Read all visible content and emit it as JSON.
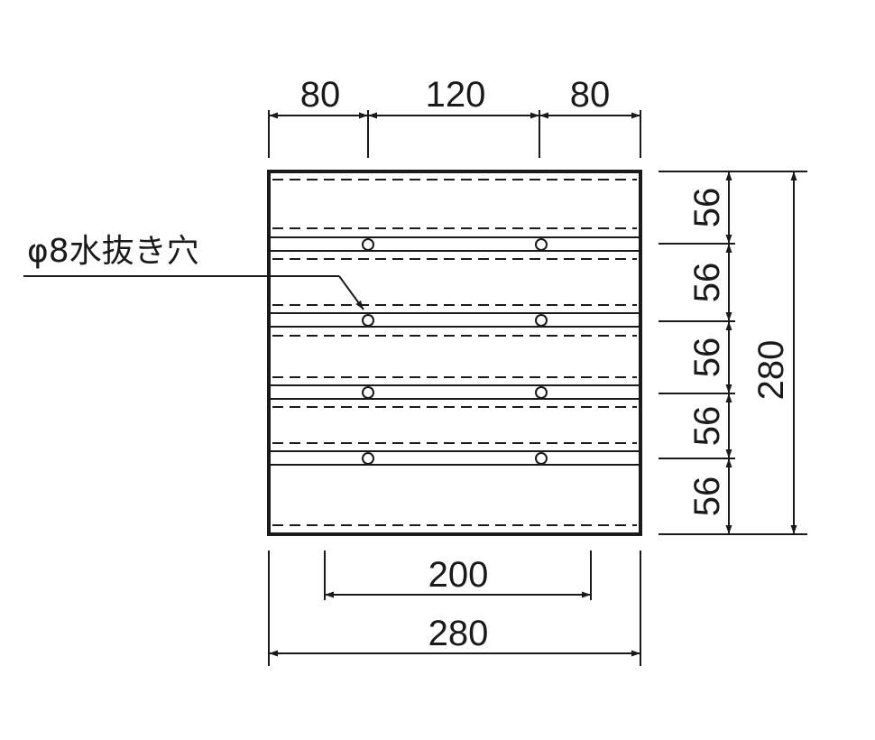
{
  "drawing": {
    "top_dims": [
      "80",
      "120",
      "80"
    ],
    "right_dims": [
      "56",
      "56",
      "56",
      "56",
      "56"
    ],
    "right_total": "280",
    "bottom_inner": "200",
    "bottom_total": "280",
    "hole_label": "φ8水抜き穴"
  },
  "colors": {
    "line": "#1a1a1a",
    "background": "#ffffff"
  }
}
